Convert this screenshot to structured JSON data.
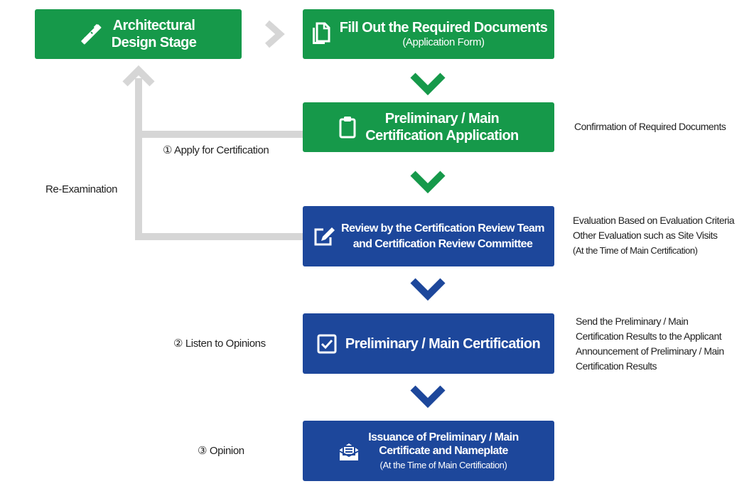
{
  "colors": {
    "green": "#16994a",
    "blue": "#1d479b",
    "connector": "#d6d6d6"
  },
  "boxes": {
    "design": {
      "line1": "Architectural",
      "line2": "Design Stage",
      "icon": "pencil-ruler-icon"
    },
    "documents": {
      "title": "Fill Out the Required Documents",
      "subtitle": "(Application Form)",
      "icon": "copy-documents-icon"
    },
    "application": {
      "line1": "Preliminary / Main",
      "line2": "Certification Application",
      "icon": "clipboard-icon"
    },
    "review": {
      "line1": "Review by the Certification Review Team",
      "line2": "and Certification Review Committee",
      "icon": "edit-icon"
    },
    "certification": {
      "title": "Preliminary / Main Certification",
      "icon": "checkbox-icon"
    },
    "issuance": {
      "line1": "Issuance of Preliminary / Main",
      "line2": "Certificate and Nameplate",
      "note": "(At the Time of Main Certification)",
      "icon": "open-envelope-icon"
    }
  },
  "labels": {
    "apply": "① Apply for Certification",
    "reexam": "Re-Examination",
    "listen": "② Listen to Opinions",
    "opinion": "③ Opinion"
  },
  "notes": {
    "application": "Confirmation of Required Documents",
    "review": {
      "line1": "Evaluation Based on Evaluation Criteria",
      "line2": "Other Evaluation such as Site Visits",
      "line3": "(At the Time of Main Certification)"
    },
    "certification": {
      "line1": "Send the Preliminary / Main",
      "line2": "Certification Results to the Applicant",
      "line3": "Announcement of Preliminary / Main",
      "line4": "Certification Results"
    }
  }
}
